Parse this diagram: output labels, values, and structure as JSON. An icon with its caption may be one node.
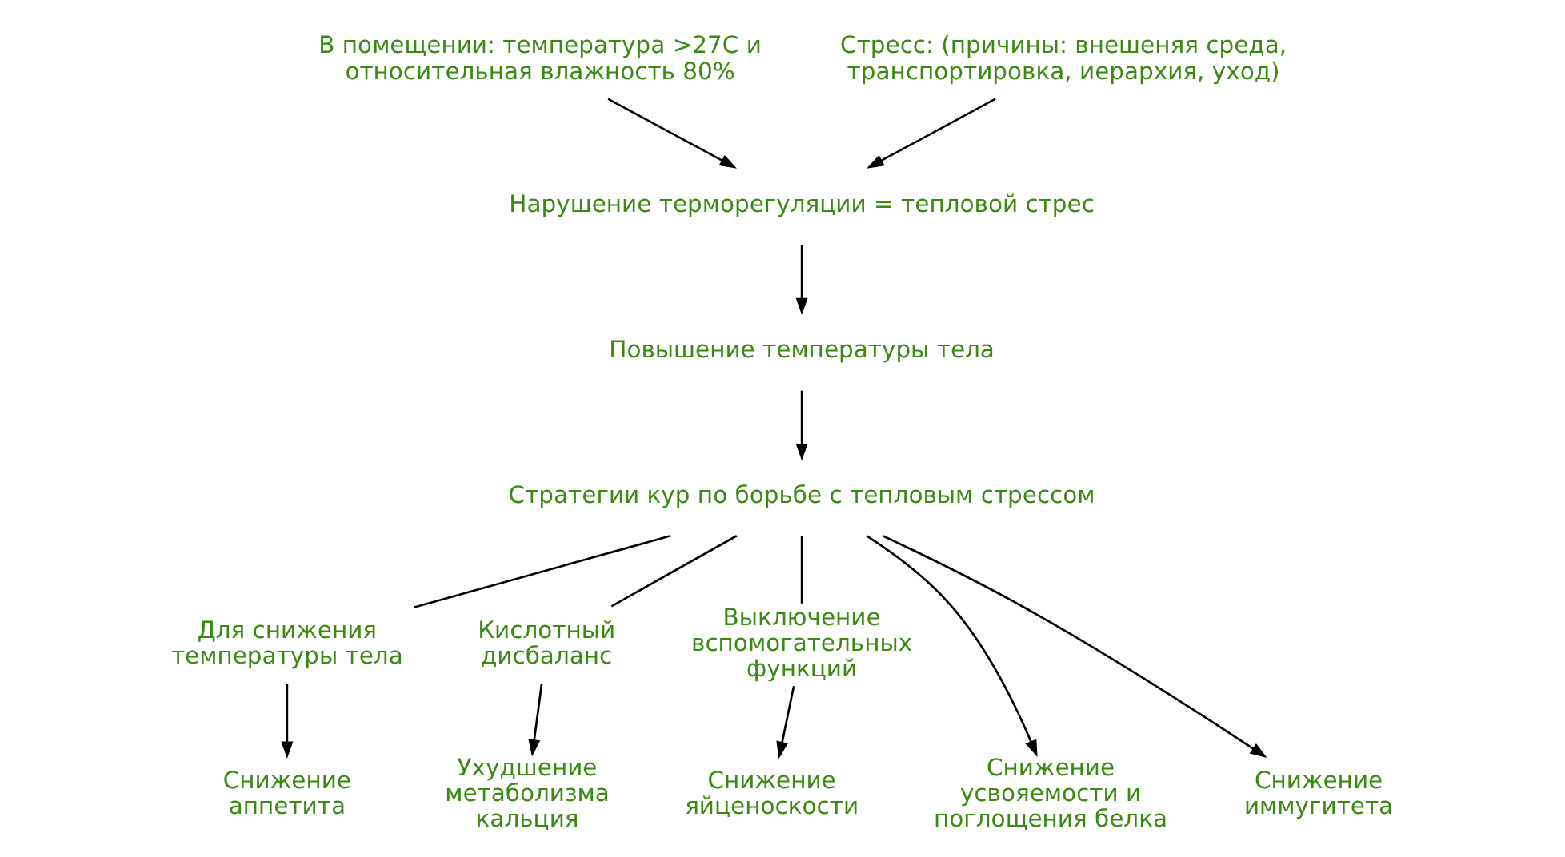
{
  "diagram": {
    "nodes": [
      {
        "text": [
          "В помещении: температура >27С и относительная влажность 80%"
        ]
      },
      {
        "text": [
          "Стресс: (причины: внешеняя среда, транспортировка, иерархия, уход)"
        ]
      },
      {
        "text": [
          "Нарушение терморегуляции = тепловой стрес"
        ]
      },
      {
        "text": [
          "Повышение температуры тела"
        ]
      },
      {
        "text": [
          "Стратегии кур по борьбе с тепловым стрессом"
        ]
      },
      {
        "text": [
          "Для снижения температуры тела"
        ]
      },
      {
        "text": [
          "Кислотный дисбаланс"
        ]
      },
      {
        "text": [
          "Выключение вспомогательных функций"
        ]
      },
      {
        "text": [
          "Снижение аппетита"
        ]
      },
      {
        "text": [
          "Снижение усвояемости и поглощения белка"
        ]
      },
      {
        "text": [
          "Ухудшение метаболизма кальция"
        ]
      },
      {
        "text": [
          "Снижение иммугитета"
        ]
      },
      {
        "text": [
          "Снижение яйценоскости"
        ]
      }
    ],
    "edges": [
      {
        "from": 0,
        "to": 2,
        "arrow": "to"
      },
      {
        "from": 1,
        "to": 2,
        "arrow": "to"
      },
      {
        "from": 2,
        "to": 3,
        "arrow": "to"
      },
      {
        "from": 3,
        "to": 4,
        "arrow": "to"
      },
      {
        "from": 4,
        "to": 5,
        "arrow": "none"
      },
      {
        "from": 4,
        "to": 9,
        "arrow": "to"
      },
      {
        "from": 4,
        "to": 6,
        "arrow": "none"
      },
      {
        "from": 4,
        "to": 11,
        "arrow": "to"
      },
      {
        "from": 4,
        "to": 7,
        "arrow": "none"
      },
      {
        "from": 5,
        "to": 8,
        "arrow": "to"
      },
      {
        "from": 6,
        "to": 10,
        "arrow": "to"
      },
      {
        "from": 7,
        "to": 12,
        "arrow": "to"
      }
    ]
  }
}
